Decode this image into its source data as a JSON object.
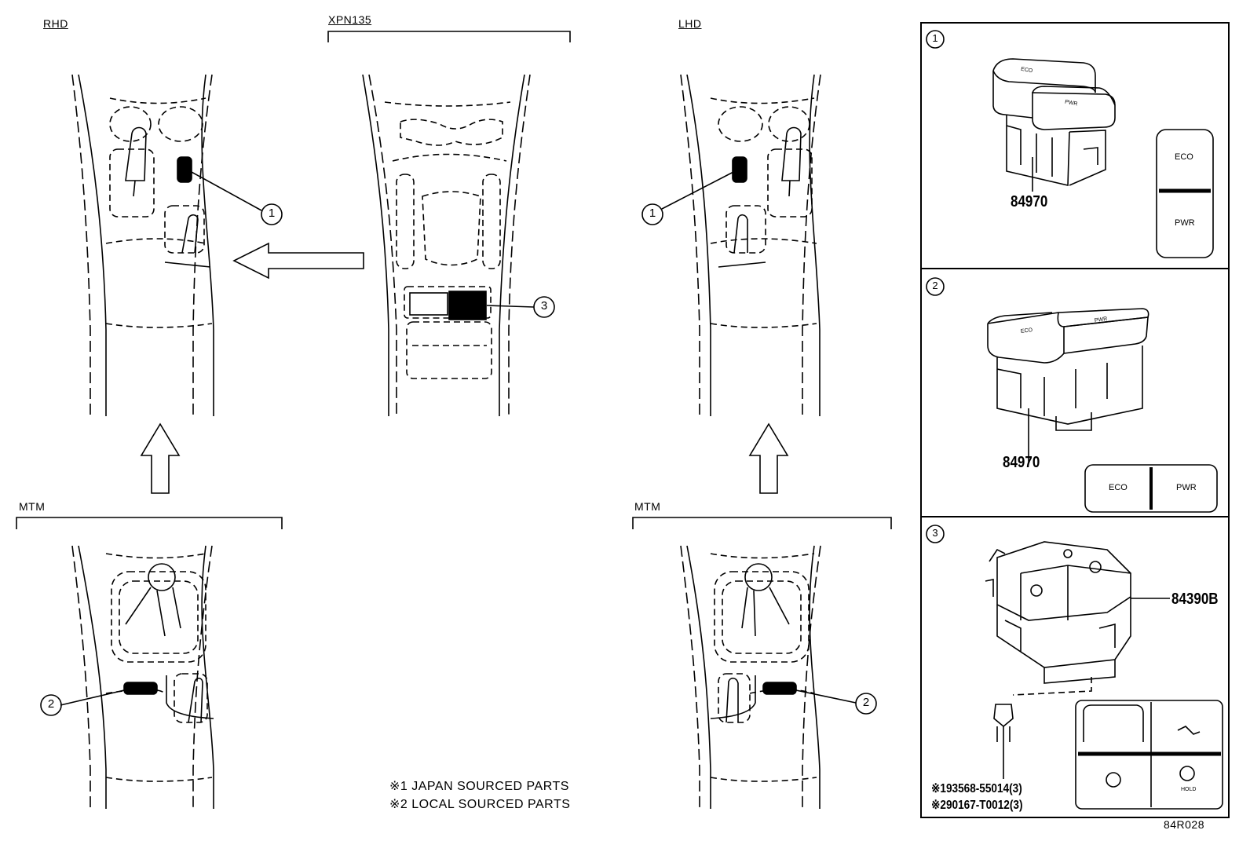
{
  "views": {
    "rhd": "RHD",
    "xpn": "XPN135",
    "lhd": "LHD",
    "mtm_left": "MTM",
    "mtm_right": "MTM"
  },
  "callouts": [
    "1",
    "2",
    "3"
  ],
  "panels": [
    {
      "number": "1",
      "part_no": "84970",
      "buttons": [
        "ECO",
        "PWR"
      ]
    },
    {
      "number": "2",
      "part_no": "84970",
      "buttons": [
        "ECO",
        "PWR"
      ]
    },
    {
      "number": "3",
      "part_no": "84390B",
      "sub_parts": [
        "※193568-55014(3)",
        "※290167-T0012(3)"
      ],
      "hold_label": "HOLD"
    }
  ],
  "notes": [
    "※1 JAPAN SOURCED PARTS",
    "※2 LOCAL SOURCED PARTS"
  ],
  "diagram_code": "84R028"
}
